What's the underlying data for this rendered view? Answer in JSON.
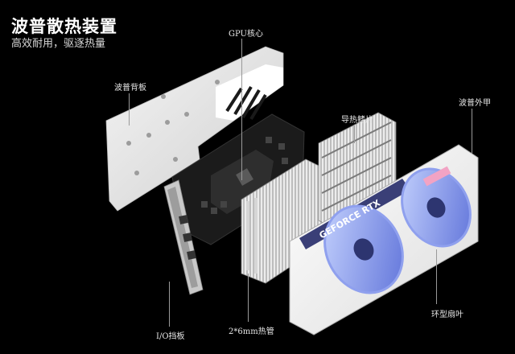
{
  "header": {
    "title": "波普散热装置",
    "subtitle": "高效耐用，驱逐热量"
  },
  "callouts": {
    "gpu_core": "GPU核心",
    "backplate": "波普背板",
    "heatsink_fins": "导热鳍片",
    "shroud": "波普外甲",
    "io_bracket": "I/O挡板",
    "heatpipes": "2*6mm热管",
    "ring_fans": "环型扇叶"
  },
  "product": {
    "shroud_text": "GEFORCE RTX"
  }
}
